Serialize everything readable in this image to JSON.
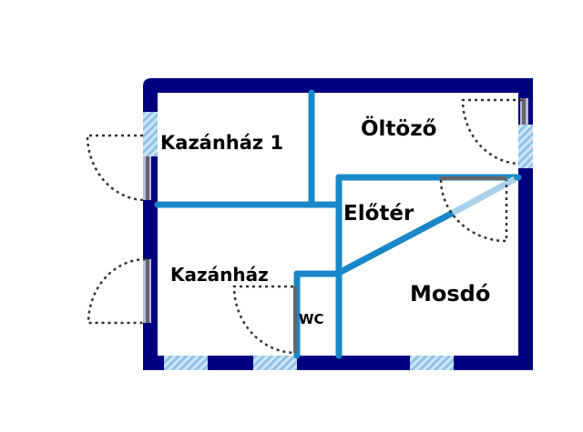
{
  "rooms": {
    "kazanhaz1": "Kazánház 1",
    "oltozo": "Öltöző",
    "eloter": "Előtér",
    "kazanhaz": "Kazánház",
    "wc": "WC",
    "mosdo": "Mosdó"
  },
  "colors": {
    "outer_wall": "#000080",
    "partition": "#1987c8",
    "window": "#a9d2f0",
    "door_leaf": "#666666"
  }
}
